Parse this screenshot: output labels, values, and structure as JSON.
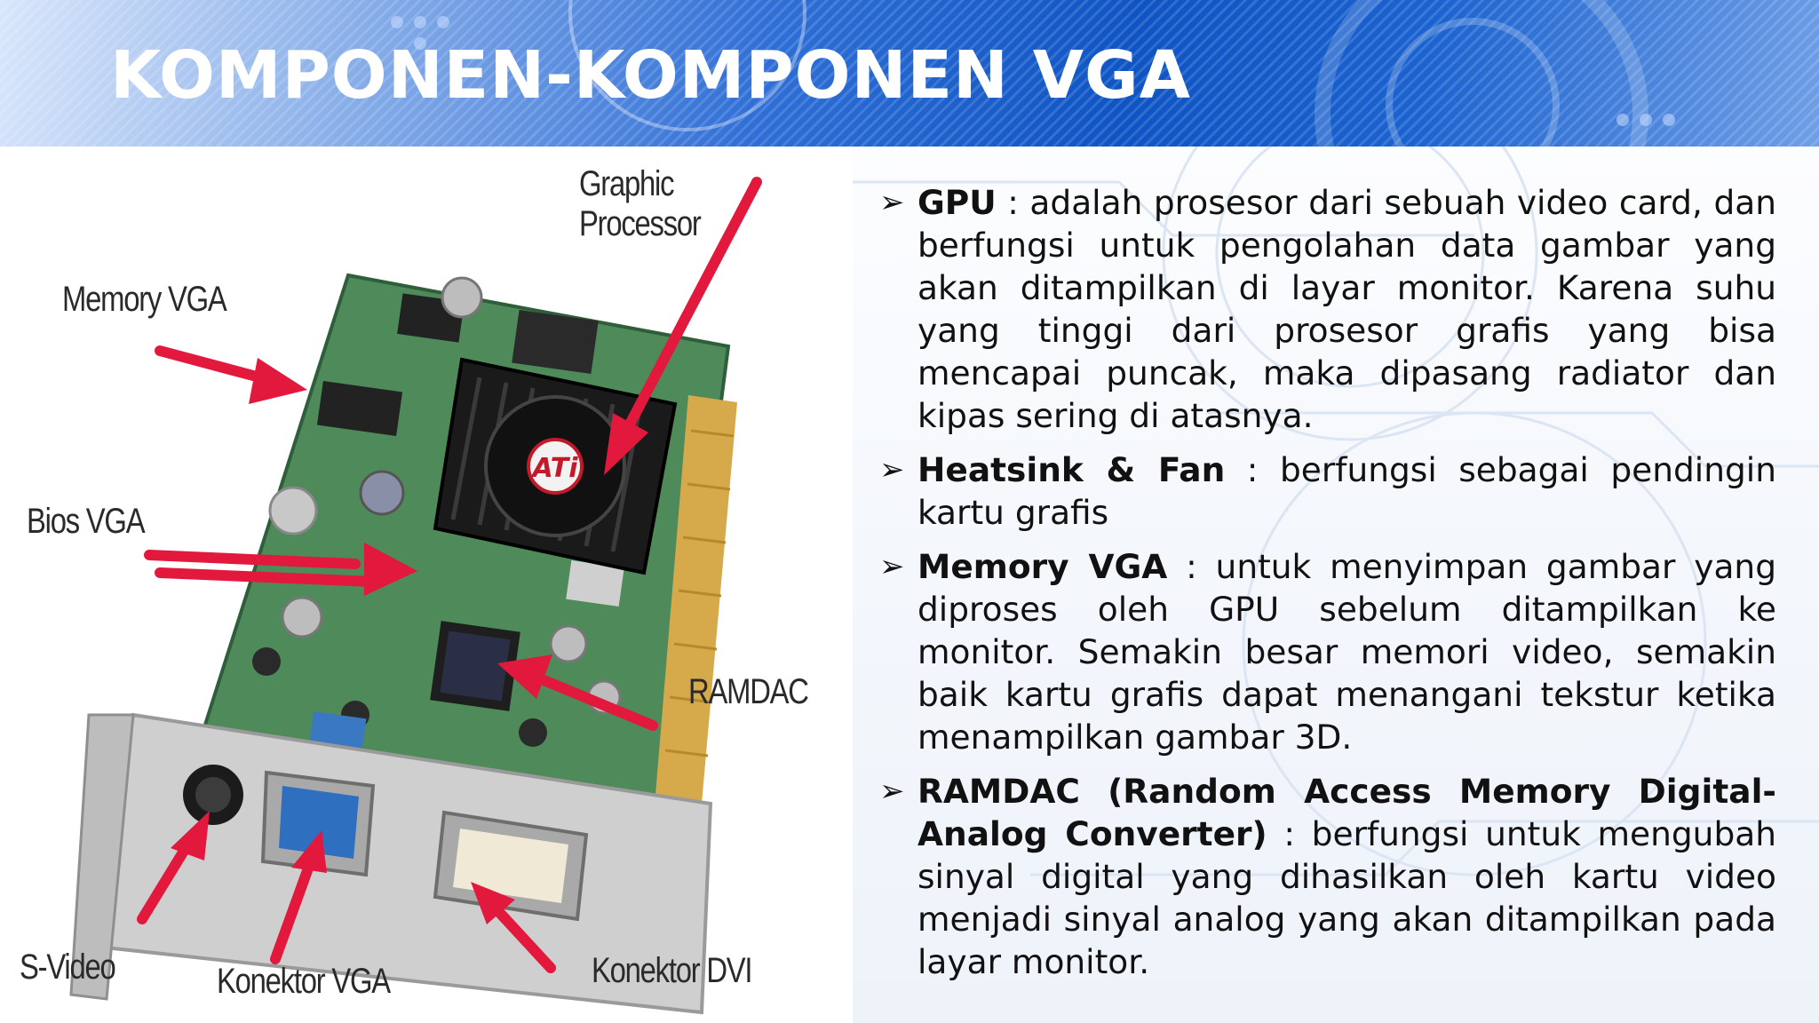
{
  "title": "KOMPONEN-KOMPONEN VGA",
  "image": {
    "callouts": {
      "graphic_processor": "Graphic\nProcessor",
      "memory_vga": "Memory VGA",
      "bios_vga": "Bios VGA",
      "ramdac": "RAMDAC",
      "s_video": "S-Video",
      "konektor_vga": "Konektor VGA",
      "konektor_dvi": "Konektor DVI"
    },
    "chip_logo": "ATi",
    "arrow_color": "#e2183c",
    "pcb_color": "#4f8a5a"
  },
  "bullet_icon": "arrow-bullet-icon",
  "bullets": [
    {
      "term": "GPU",
      "separator": " : ",
      "text": "adalah prosesor dari sebuah video card, dan berfungsi untuk pengolahan data gambar yang akan ditampilkan di layar monitor. Karena suhu yang tinggi dari prosesor grafis yang bisa mencapai puncak, maka dipasang radiator dan kipas sering di atasnya."
    },
    {
      "term": "Heatsink & Fan",
      "separator": " : ",
      "text": "berfungsi sebagai pendingin kartu grafis"
    },
    {
      "term": "Memory VGA",
      "separator": " : ",
      "text": "untuk menyimpan gambar yang diproses oleh GPU sebelum ditampilkan ke monitor. Semakin besar memori video, semakin baik kartu grafis dapat menangani tekstur ketika menampilkan gambar 3D."
    },
    {
      "term": "RAMDAC (Random Access Memory Digital-Analog Converter)",
      "separator": " : ",
      "text": "berfungsi untuk mengubah sinyal digital yang dihasilkan oleh kartu video menjadi sinyal analog yang akan ditampilkan pada layar monitor."
    }
  ],
  "colors": {
    "header_blue": "#0e54c4",
    "title_text": "#ffffff",
    "body_text": "#111111"
  }
}
